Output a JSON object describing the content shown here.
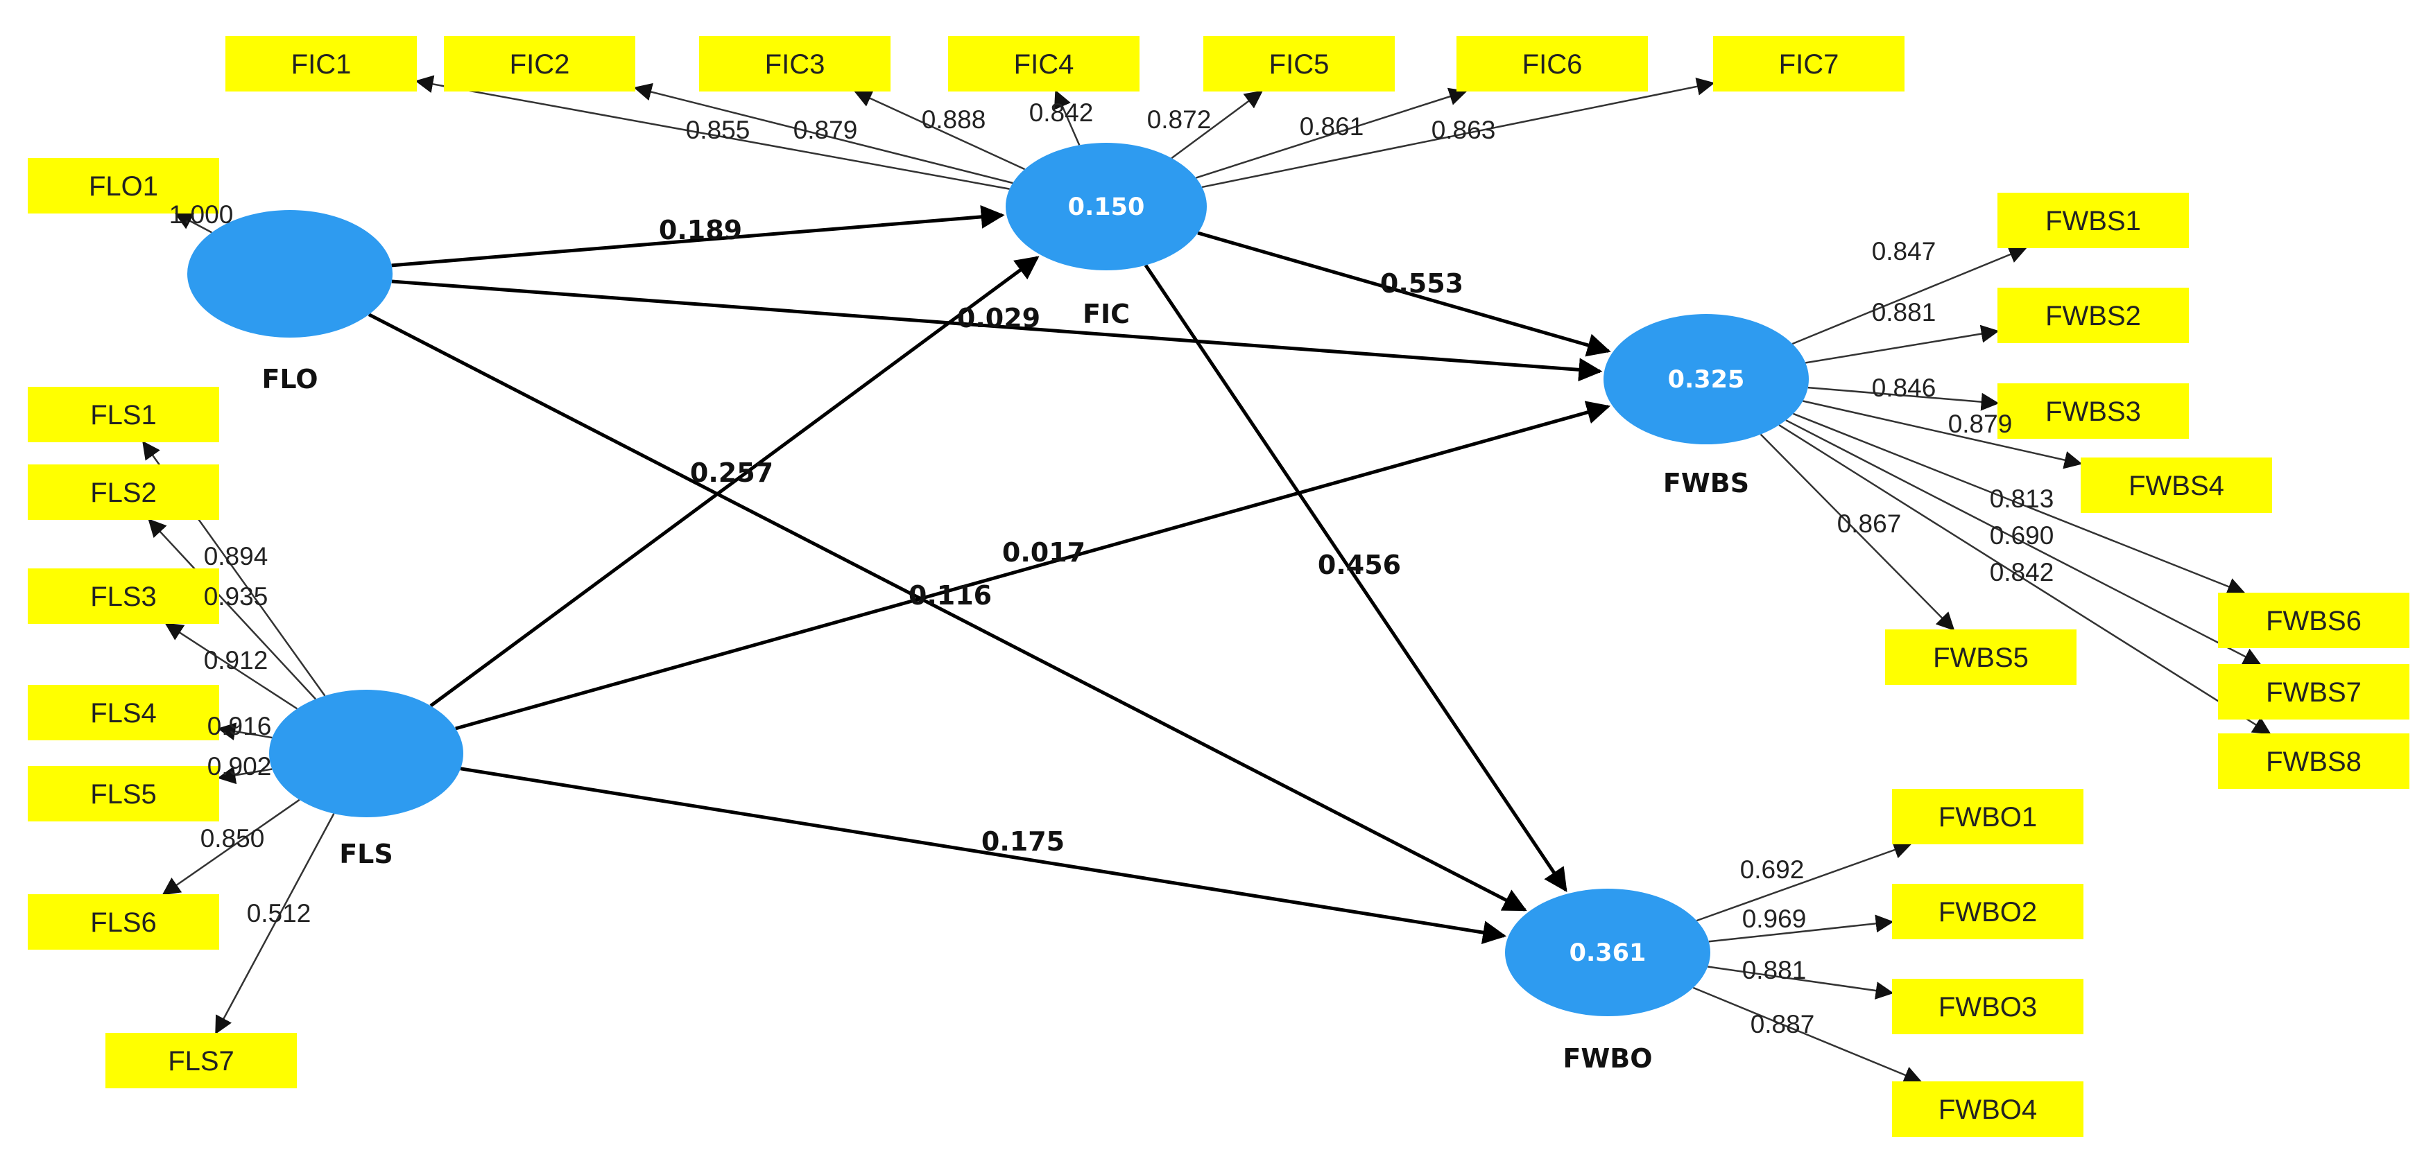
{
  "colors": {
    "latent": "#2e9bf0",
    "indicator": "#ffff00",
    "arrow": "#000000",
    "loading_line": "#333333"
  },
  "latents": [
    {
      "id": "FLO",
      "name": "FLO",
      "r2": ""
    },
    {
      "id": "FIC",
      "name": "FIC",
      "r2": "0.150"
    },
    {
      "id": "FWBS",
      "name": "FWBS",
      "r2": "0.325"
    },
    {
      "id": "FLS",
      "name": "FLS",
      "r2": ""
    },
    {
      "id": "FWBO",
      "name": "FWBO",
      "r2": "0.361"
    }
  ],
  "indicators": [
    "FIC1",
    "FIC2",
    "FIC3",
    "FIC4",
    "FIC5",
    "FIC6",
    "FIC7",
    "FLO1",
    "FWBS1",
    "FWBS2",
    "FWBS3",
    "FWBS4",
    "FWBS5",
    "FWBS6",
    "FWBS7",
    "FWBS8",
    "FLS1",
    "FLS2",
    "FLS3",
    "FLS4",
    "FLS5",
    "FLS6",
    "FLS7",
    "FWBO1",
    "FWBO2",
    "FWBO3",
    "FWBO4"
  ],
  "paths": [
    {
      "from": "FLO",
      "to": "FIC",
      "coef": "0.189"
    },
    {
      "from": "FLO",
      "to": "FWBS",
      "coef": "0.029"
    },
    {
      "from": "FLO",
      "to": "FWBO",
      "coef": "0.116"
    },
    {
      "from": "FIC",
      "to": "FWBS",
      "coef": "0.553"
    },
    {
      "from": "FIC",
      "to": "FWBO",
      "coef": "0.456"
    },
    {
      "from": "FLS",
      "to": "FIC",
      "coef": "0.257"
    },
    {
      "from": "FLS",
      "to": "FWBS",
      "coef": "0.017"
    },
    {
      "from": "FLS",
      "to": "FWBO",
      "coef": "0.175"
    }
  ],
  "loadings": [
    {
      "latent": "FIC",
      "indicator": "FIC1",
      "value": "0.855"
    },
    {
      "latent": "FIC",
      "indicator": "FIC2",
      "value": "0.879"
    },
    {
      "latent": "FIC",
      "indicator": "FIC3",
      "value": "0.888"
    },
    {
      "latent": "FIC",
      "indicator": "FIC4",
      "value": "0.842"
    },
    {
      "latent": "FIC",
      "indicator": "FIC5",
      "value": "0.872"
    },
    {
      "latent": "FIC",
      "indicator": "FIC6",
      "value": "0.861"
    },
    {
      "latent": "FIC",
      "indicator": "FIC7",
      "value": "0.863"
    },
    {
      "latent": "FLO",
      "indicator": "FLO1",
      "value": "1.000"
    },
    {
      "latent": "FWBS",
      "indicator": "FWBS1",
      "value": "0.847"
    },
    {
      "latent": "FWBS",
      "indicator": "FWBS2",
      "value": "0.881"
    },
    {
      "latent": "FWBS",
      "indicator": "FWBS3",
      "value": "0.846"
    },
    {
      "latent": "FWBS",
      "indicator": "FWBS4",
      "value": "0.879"
    },
    {
      "latent": "FWBS",
      "indicator": "FWBS5",
      "value": "0.867"
    },
    {
      "latent": "FWBS",
      "indicator": "FWBS6",
      "value": "0.813"
    },
    {
      "latent": "FWBS",
      "indicator": "FWBS7",
      "value": "0.690"
    },
    {
      "latent": "FWBS",
      "indicator": "FWBS8",
      "value": "0.842"
    },
    {
      "latent": "FLS",
      "indicator": "FLS1",
      "value": "0.894"
    },
    {
      "latent": "FLS",
      "indicator": "FLS2",
      "value": "0.935"
    },
    {
      "latent": "FLS",
      "indicator": "FLS3",
      "value": "0.912"
    },
    {
      "latent": "FLS",
      "indicator": "FLS4",
      "value": "0.916"
    },
    {
      "latent": "FLS",
      "indicator": "FLS5",
      "value": "0.902"
    },
    {
      "latent": "FLS",
      "indicator": "FLS6",
      "value": "0.850"
    },
    {
      "latent": "FLS",
      "indicator": "FLS7",
      "value": "0.512"
    },
    {
      "latent": "FWBO",
      "indicator": "FWBO1",
      "value": "0.692"
    },
    {
      "latent": "FWBO",
      "indicator": "FWBO2",
      "value": "0.969"
    },
    {
      "latent": "FWBO",
      "indicator": "FWBO3",
      "value": "0.881"
    },
    {
      "latent": "FWBO",
      "indicator": "FWBO4",
      "value": "0.887"
    }
  ]
}
